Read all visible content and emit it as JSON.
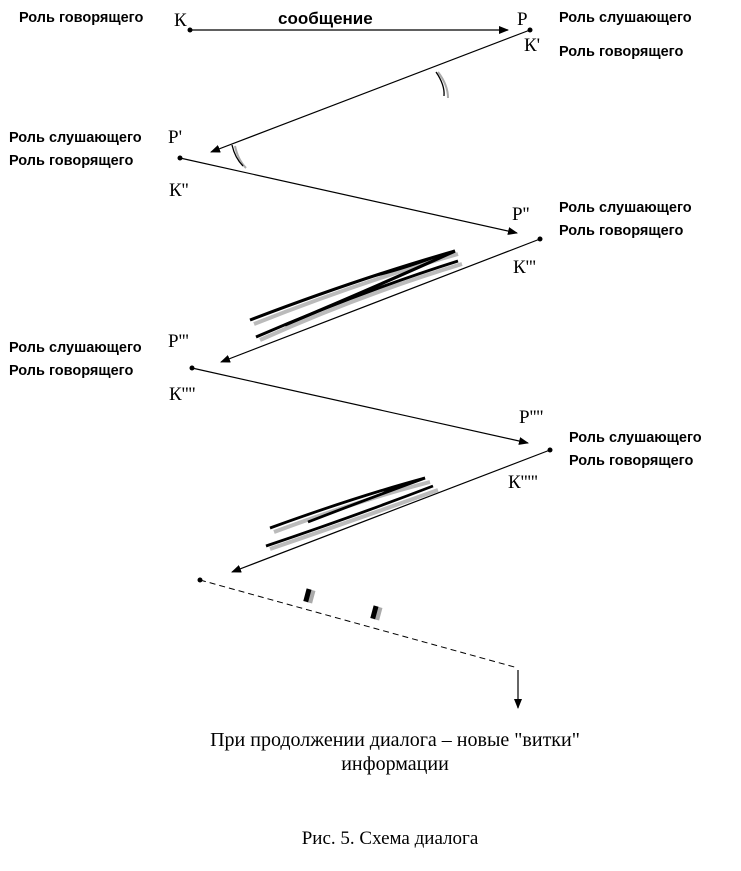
{
  "roles": {
    "speaker": "Роль говорящего",
    "listener": "Роль слушающего"
  },
  "message_label": "сообщение",
  "points": {
    "K": "К",
    "P": "Р",
    "K1": "К'",
    "P1": "Р'",
    "K2": "К''",
    "P2": "Р''",
    "K3": "К'''",
    "P3": "Р'''",
    "K4": "К''''",
    "P4": "Р''''",
    "K5": "К'''''"
  },
  "continuation_note": {
    "line1": "При продолжении диалога – новые \"витки\"",
    "line2": "информации"
  },
  "caption": "Рис. 5. Схема диалога"
}
